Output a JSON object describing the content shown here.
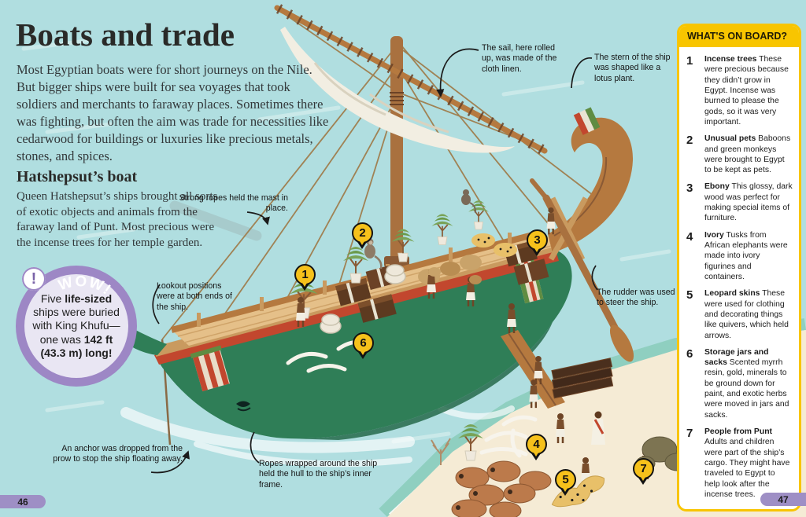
{
  "page": {
    "left_number": "46",
    "right_number": "47"
  },
  "header": {
    "title": "Boats and trade",
    "intro": "Most Egyptian boats were for short journeys on the Nile. But bigger ships were built for sea voyages that took soldiers and merchants to faraway places. Sometimes there was fighting, but often the aim was trade for necessities like cedarwood for buildings or luxuries like precious metals, stones, and spices."
  },
  "section": {
    "heading": "Hatshepsut’s boat",
    "body": "Queen Hatshepsut’s ships brought all sorts of exotic objects and animals from the faraway land of Punt. Most precious were the incense trees for her temple garden."
  },
  "wow": {
    "label": "WOW!",
    "bang": "!",
    "parts": [
      {
        "text": "Five "
      },
      {
        "text": "life-sized",
        "bold": true
      },
      {
        "text": " ships were buried with King Khufu—one was "
      },
      {
        "text": "142 ft (43.3 m) long!",
        "bold": true
      }
    ]
  },
  "callouts": {
    "sail": "The sail, here rolled up, was made of the cloth linen.",
    "stern": "The stern of the ship was shaped like a lotus plant.",
    "mast_ropes": "Strong ropes held the mast in place.",
    "lookout": "Lookout positions were at both ends of the ship.",
    "rudder": "The rudder was used to steer the ship.",
    "anchor": "An anchor was dropped from the prow to stop the ship floating away.",
    "hull_ropes": "Ropes wrapped around the ship held the hull to the ship’s inner frame."
  },
  "markers": [
    {
      "number": "1"
    },
    {
      "number": "2"
    },
    {
      "number": "3"
    },
    {
      "number": "4"
    },
    {
      "number": "5"
    },
    {
      "number": "6"
    },
    {
      "number": "7"
    }
  ],
  "sidebar": {
    "title": "WHAT'S ON BOARD?",
    "items": [
      {
        "num": "1",
        "title": "Incense trees",
        "text": "These were precious because they didn’t grow in Egypt. Incense was burned to please the gods, so it was very important."
      },
      {
        "num": "2",
        "title": "Unusual pets",
        "text": "Baboons and green monkeys were brought to Egypt to be kept as pets."
      },
      {
        "num": "3",
        "title": "Ebony",
        "text": "This glossy, dark wood was perfect for making special items of furniture."
      },
      {
        "num": "4",
        "title": "Ivory",
        "text": "Tusks from African elephants were made into ivory figurines and containers."
      },
      {
        "num": "5",
        "title": "Leopard skins",
        "text": "These were used for clothing and decorating things like quivers, which held arrows."
      },
      {
        "num": "6",
        "title": "Storage jars and sacks",
        "text": "Scented myrrh resin, gold, minerals to be ground down for paint, and exotic herbs were moved in jars and sacks."
      },
      {
        "num": "7",
        "title": "People from Punt",
        "text": "Adults and children were part of the ship’s cargo. They might have traveled to Egypt to help look after the incense trees."
      }
    ]
  },
  "colors": {
    "sky": "#b0dee0",
    "sand": "#f5ebd5",
    "water_teal": "#8fcfc0",
    "accent_yellow": "#f8c500",
    "marker_yellow": "#f6c11b",
    "badge_purple": "#9d87c5",
    "badge_inner": "#e9e6f3",
    "hull_green": "#2f7e57",
    "hull_stripe_red": "#c2472e",
    "wood": "#b5793f",
    "text_dark": "#2a2a28"
  }
}
